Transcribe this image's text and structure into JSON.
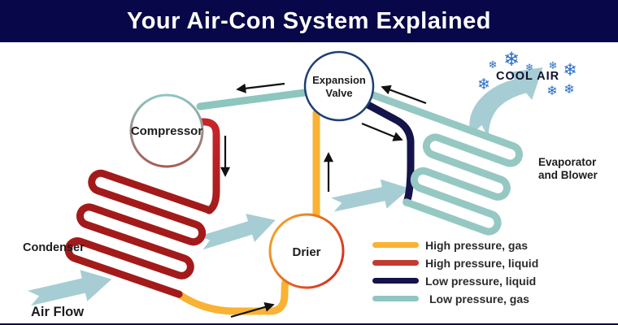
{
  "title": "Your Air-Con System Explained",
  "components": {
    "compressor": "Compressor",
    "expansion_valve_line1": "Expansion",
    "expansion_valve_line2": "Valve",
    "drier": "Drier",
    "condenser": "Condenser",
    "evaporator_line1": "Evaporator",
    "evaporator_line2": "and Blower",
    "air_flow": "Air Flow",
    "cool_air": "COOL AIR"
  },
  "legend": [
    {
      "label": "High pressure, gas",
      "color": "#F9B233"
    },
    {
      "label": "High pressure, liquid",
      "color": "#C23B33"
    },
    {
      "label": "Low pressure, liquid",
      "color": "#14144A"
    },
    {
      "label": "Low pressure, gas",
      "color": "#8EC6C1"
    }
  ],
  "colors": {
    "header": "#070749",
    "high_gas": "#F9B233",
    "high_liquid": "#C9252B",
    "low_liquid": "#14144A",
    "low_gas": "#8DC5BF",
    "air_arrow": "#A6CDD3",
    "snowflake": "#2B6CC4"
  },
  "icons": {
    "snowflake": "❄"
  }
}
